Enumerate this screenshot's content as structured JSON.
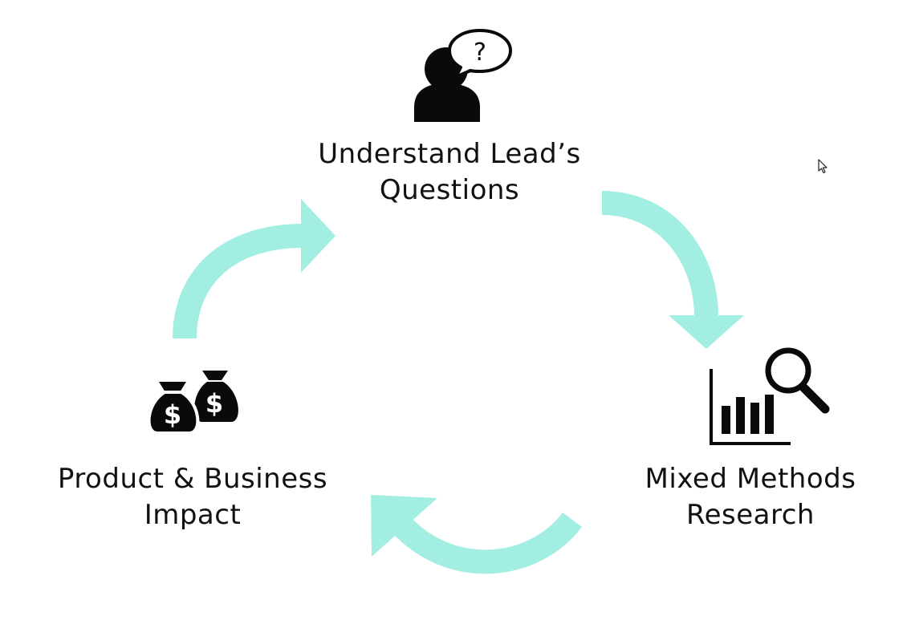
{
  "colors": {
    "arrow": "#A3EEE2",
    "icon": "#0a0a0a",
    "text": "#111111",
    "background": "#ffffff"
  },
  "nodes": {
    "top": {
      "icon": "person-question-icon",
      "line1": "Understand Lead’s",
      "line2": "Questions",
      "bubble_glyph": "?"
    },
    "right": {
      "icon": "bar-chart-magnifier-icon",
      "line1": "Mixed Methods",
      "line2": "Research"
    },
    "left": {
      "icon": "money-bags-icon",
      "line1": "Product & Business",
      "line2": "Impact",
      "bag_glyph": "$"
    }
  },
  "arrows": [
    {
      "from": "top",
      "to": "right"
    },
    {
      "from": "right",
      "to": "left"
    },
    {
      "from": "left",
      "to": "top"
    }
  ]
}
